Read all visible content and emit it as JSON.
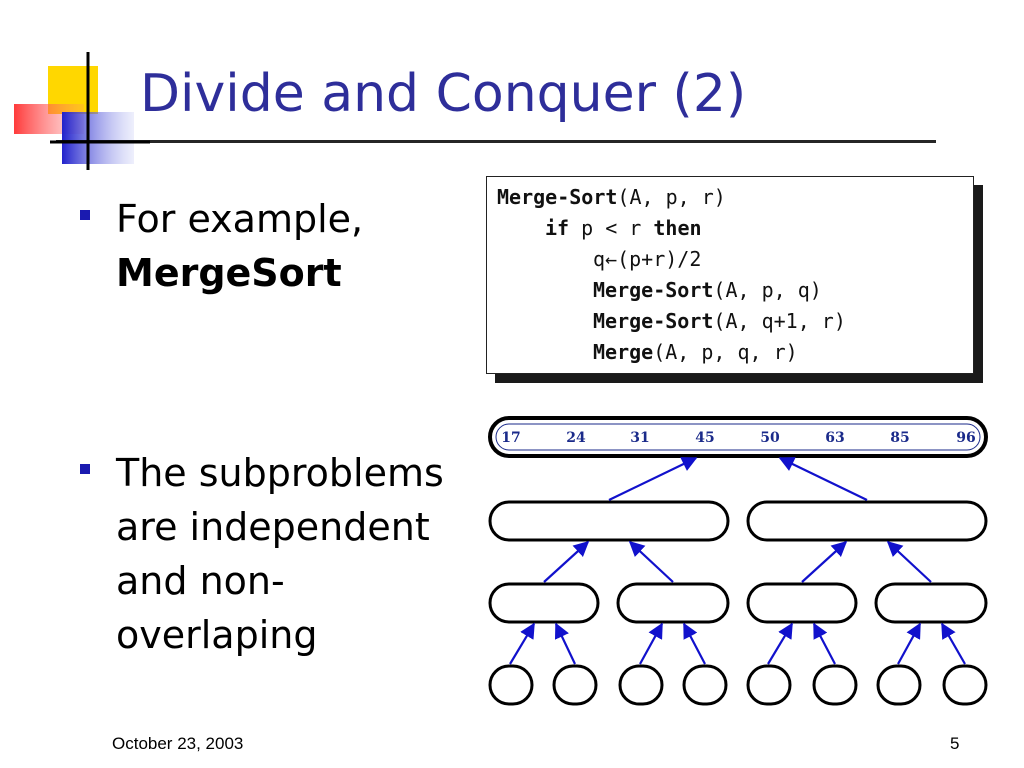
{
  "slide": {
    "title": "Divide and Conquer (2)",
    "footer_date": "October 23, 2003",
    "page_number": "5"
  },
  "bullets": [
    {
      "lines": [
        "For example,"
      ],
      "bold_line": "MergeSort"
    },
    {
      "lines": [
        "The subproblems",
        "are independent",
        "and non-",
        "overlaping"
      ]
    }
  ],
  "code": {
    "line1": {
      "fn": "Merge-Sort",
      "args": "(A, p, r)"
    },
    "line2": {
      "kw1": "if",
      "cond": " p < r ",
      "kw2": "then"
    },
    "line3": {
      "text": "q←(p+r)/2"
    },
    "line4": {
      "fn": "Merge-Sort",
      "args": "(A, p, q)"
    },
    "line5": {
      "fn": "Merge-Sort",
      "args": "(A, q+1, r)"
    },
    "line6": {
      "fn": "Merge",
      "args": "(A, p, q, r)"
    }
  },
  "tree": {
    "sorted_values": [
      "17",
      "24",
      "31",
      "45",
      "50",
      "63",
      "85",
      "96"
    ],
    "colors": {
      "arrow": "#1111cc",
      "value_text": "#1a2a8a",
      "node_border": "#000000",
      "root_inner": "#1a2a8a"
    }
  },
  "decor": {
    "accent_yellow": "#ffd700",
    "accent_blue": "#3333cc",
    "accent_red": "#ff4444",
    "title_color": "#2e2e9a"
  }
}
